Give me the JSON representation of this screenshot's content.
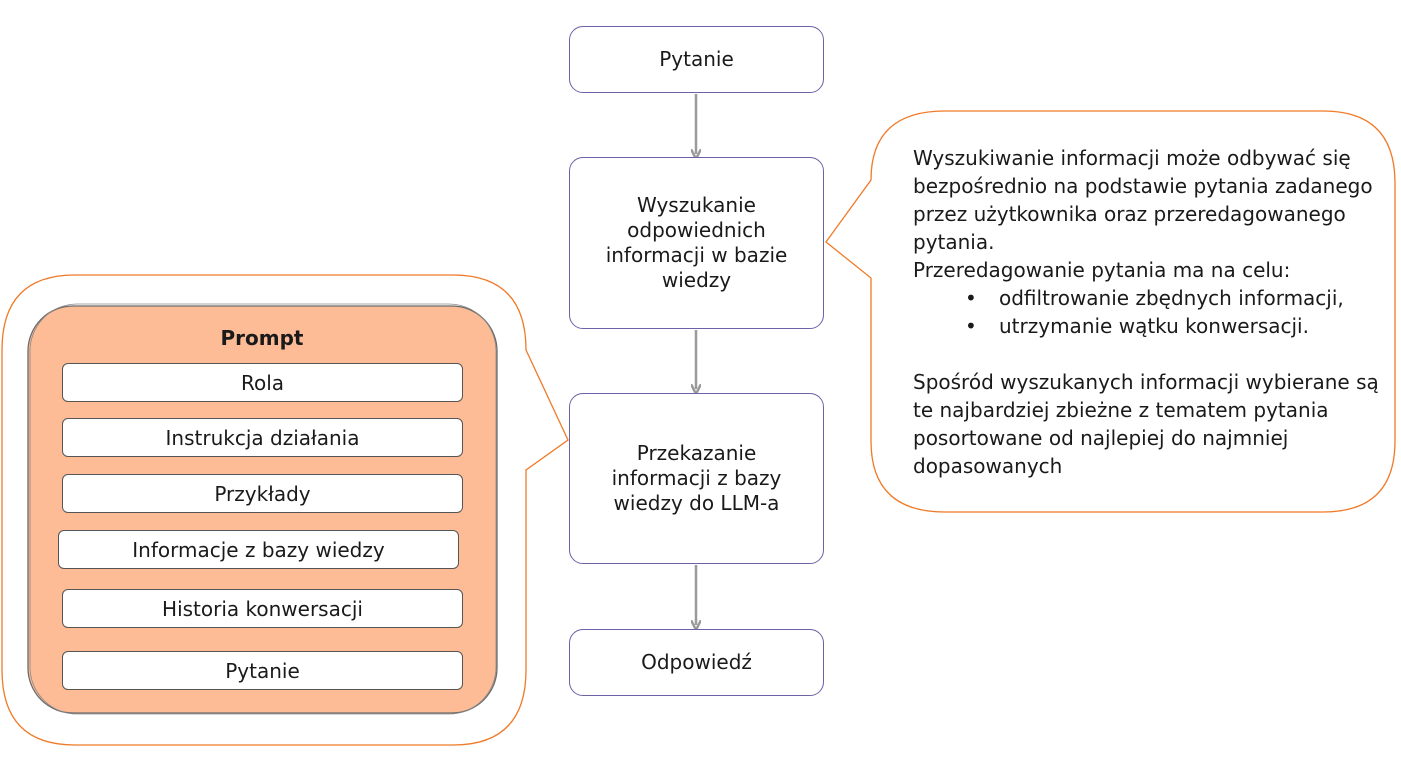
{
  "flow": {
    "step1": "Pytanie",
    "step2": "Wyszukanie odpowiednich informacji w bazie wiedzy",
    "step3": "Przekazanie informacji z bazy wiedzy do LLM-a",
    "step4": "Odpowiedź"
  },
  "prompt": {
    "title": "Prompt",
    "items": [
      "Rola",
      "Instrukcja działania",
      "Przykłady",
      "Informacje z bazy wiedzy",
      "Historia konwersacji",
      "Pytanie"
    ]
  },
  "callout": {
    "intro": "Wyszukiwanie informacji może odbywać się bezpośrednio na podstawie pytania zadanego przez użytkownika oraz przeredagowanego pytania.",
    "purpose": "Przeredagowanie pytania ma na celu:",
    "bullets": [
      "odfiltrowanie zbędnych informacji,",
      "utrzymanie wątku konwersacji."
    ],
    "selection": "Spośród wyszukanych informacji wybierane są te najbardziej zbieżne z tematem pytania posortowane od najlepiej do najmniej dopasowanych"
  },
  "colors": {
    "box_border": "#6a63a8",
    "arrow": "#9a9a9a",
    "callout_border": "#f07a28",
    "prompt_fill": "#fdbb96"
  }
}
